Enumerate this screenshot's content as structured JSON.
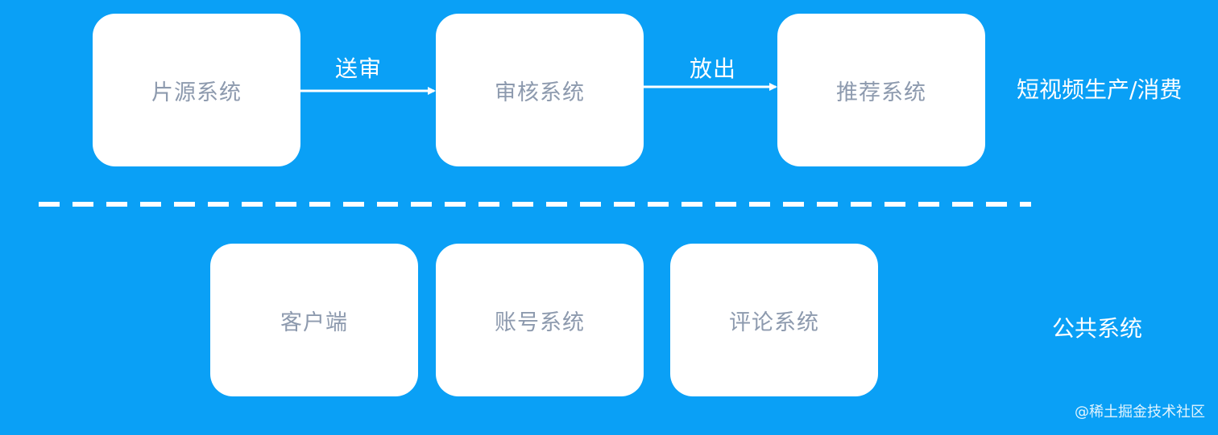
{
  "diagram": {
    "nodes": {
      "source_system": "片源系统",
      "review_system": "审核系统",
      "recommend_system": "推荐系统",
      "client": "客户端",
      "account_system": "账号系统",
      "comment_system": "评论系统"
    },
    "edges": [
      {
        "from": "source_system",
        "to": "review_system",
        "label": "送审"
      },
      {
        "from": "review_system",
        "to": "recommend_system",
        "label": "放出"
      }
    ],
    "groups": {
      "top": "短视频生产/消费",
      "bottom": "公共系统"
    }
  },
  "watermark": "@稀土掘金技术社区",
  "colors": {
    "background": "#0aa0f6",
    "box_fill": "#ffffff",
    "box_text": "#8d9aae",
    "line": "#ffffff"
  }
}
